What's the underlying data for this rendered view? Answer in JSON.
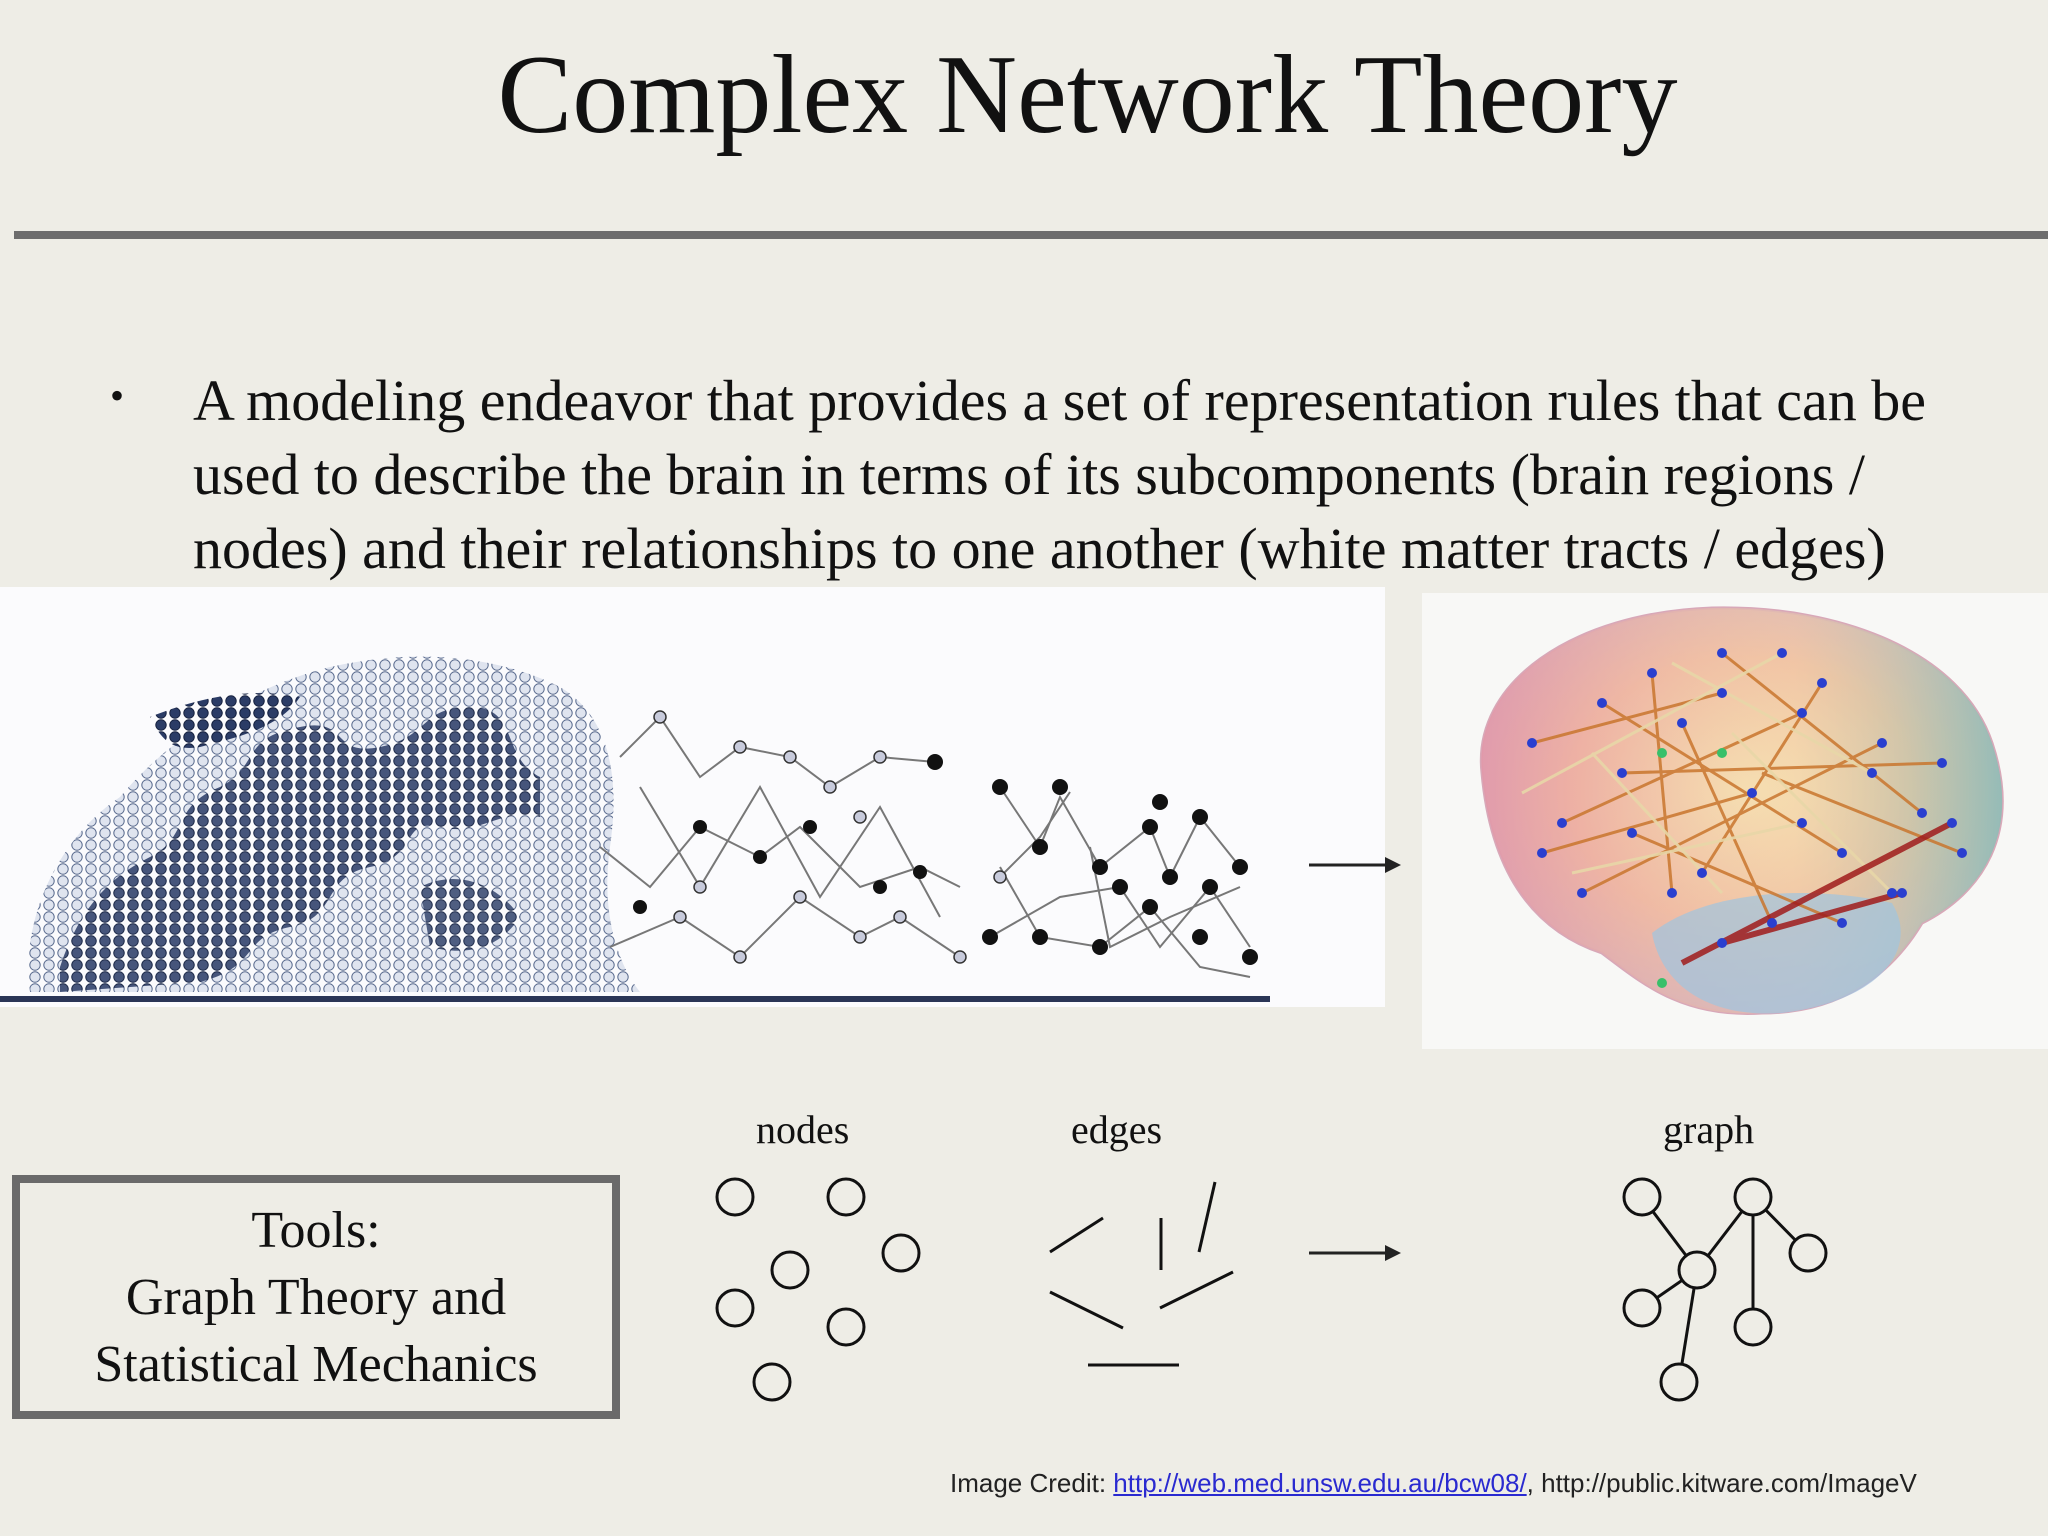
{
  "slide": {
    "title": "Complex Network Theory",
    "bullet_lines": [
      "A modeling endeavor that provides a set of representation rules that can be",
      "used to describe the brain in terms of its subcomponents (brain regions /",
      "nodes) and their relationships to one another (white matter tracts / edges)"
    ]
  },
  "tools_box": {
    "lines": [
      "Tools:",
      "Graph Theory and",
      "Statistical Mechanics"
    ]
  },
  "diagram": {
    "nodes_label": "nodes",
    "edges_label": "edges",
    "graph_label": "graph"
  },
  "credit": {
    "prefix": "Image Credit: ",
    "link": "http://web.med.unsw.edu.au/bcw08/",
    "rest": ", http://public.kitware.com/ImageV"
  },
  "colors": {
    "background": "#eeede6",
    "rule": "#6d6d6d",
    "brain_node_dark": "#1c2b4f",
    "network_edge": "#c9762e",
    "network_node": "#2a3fcf"
  }
}
